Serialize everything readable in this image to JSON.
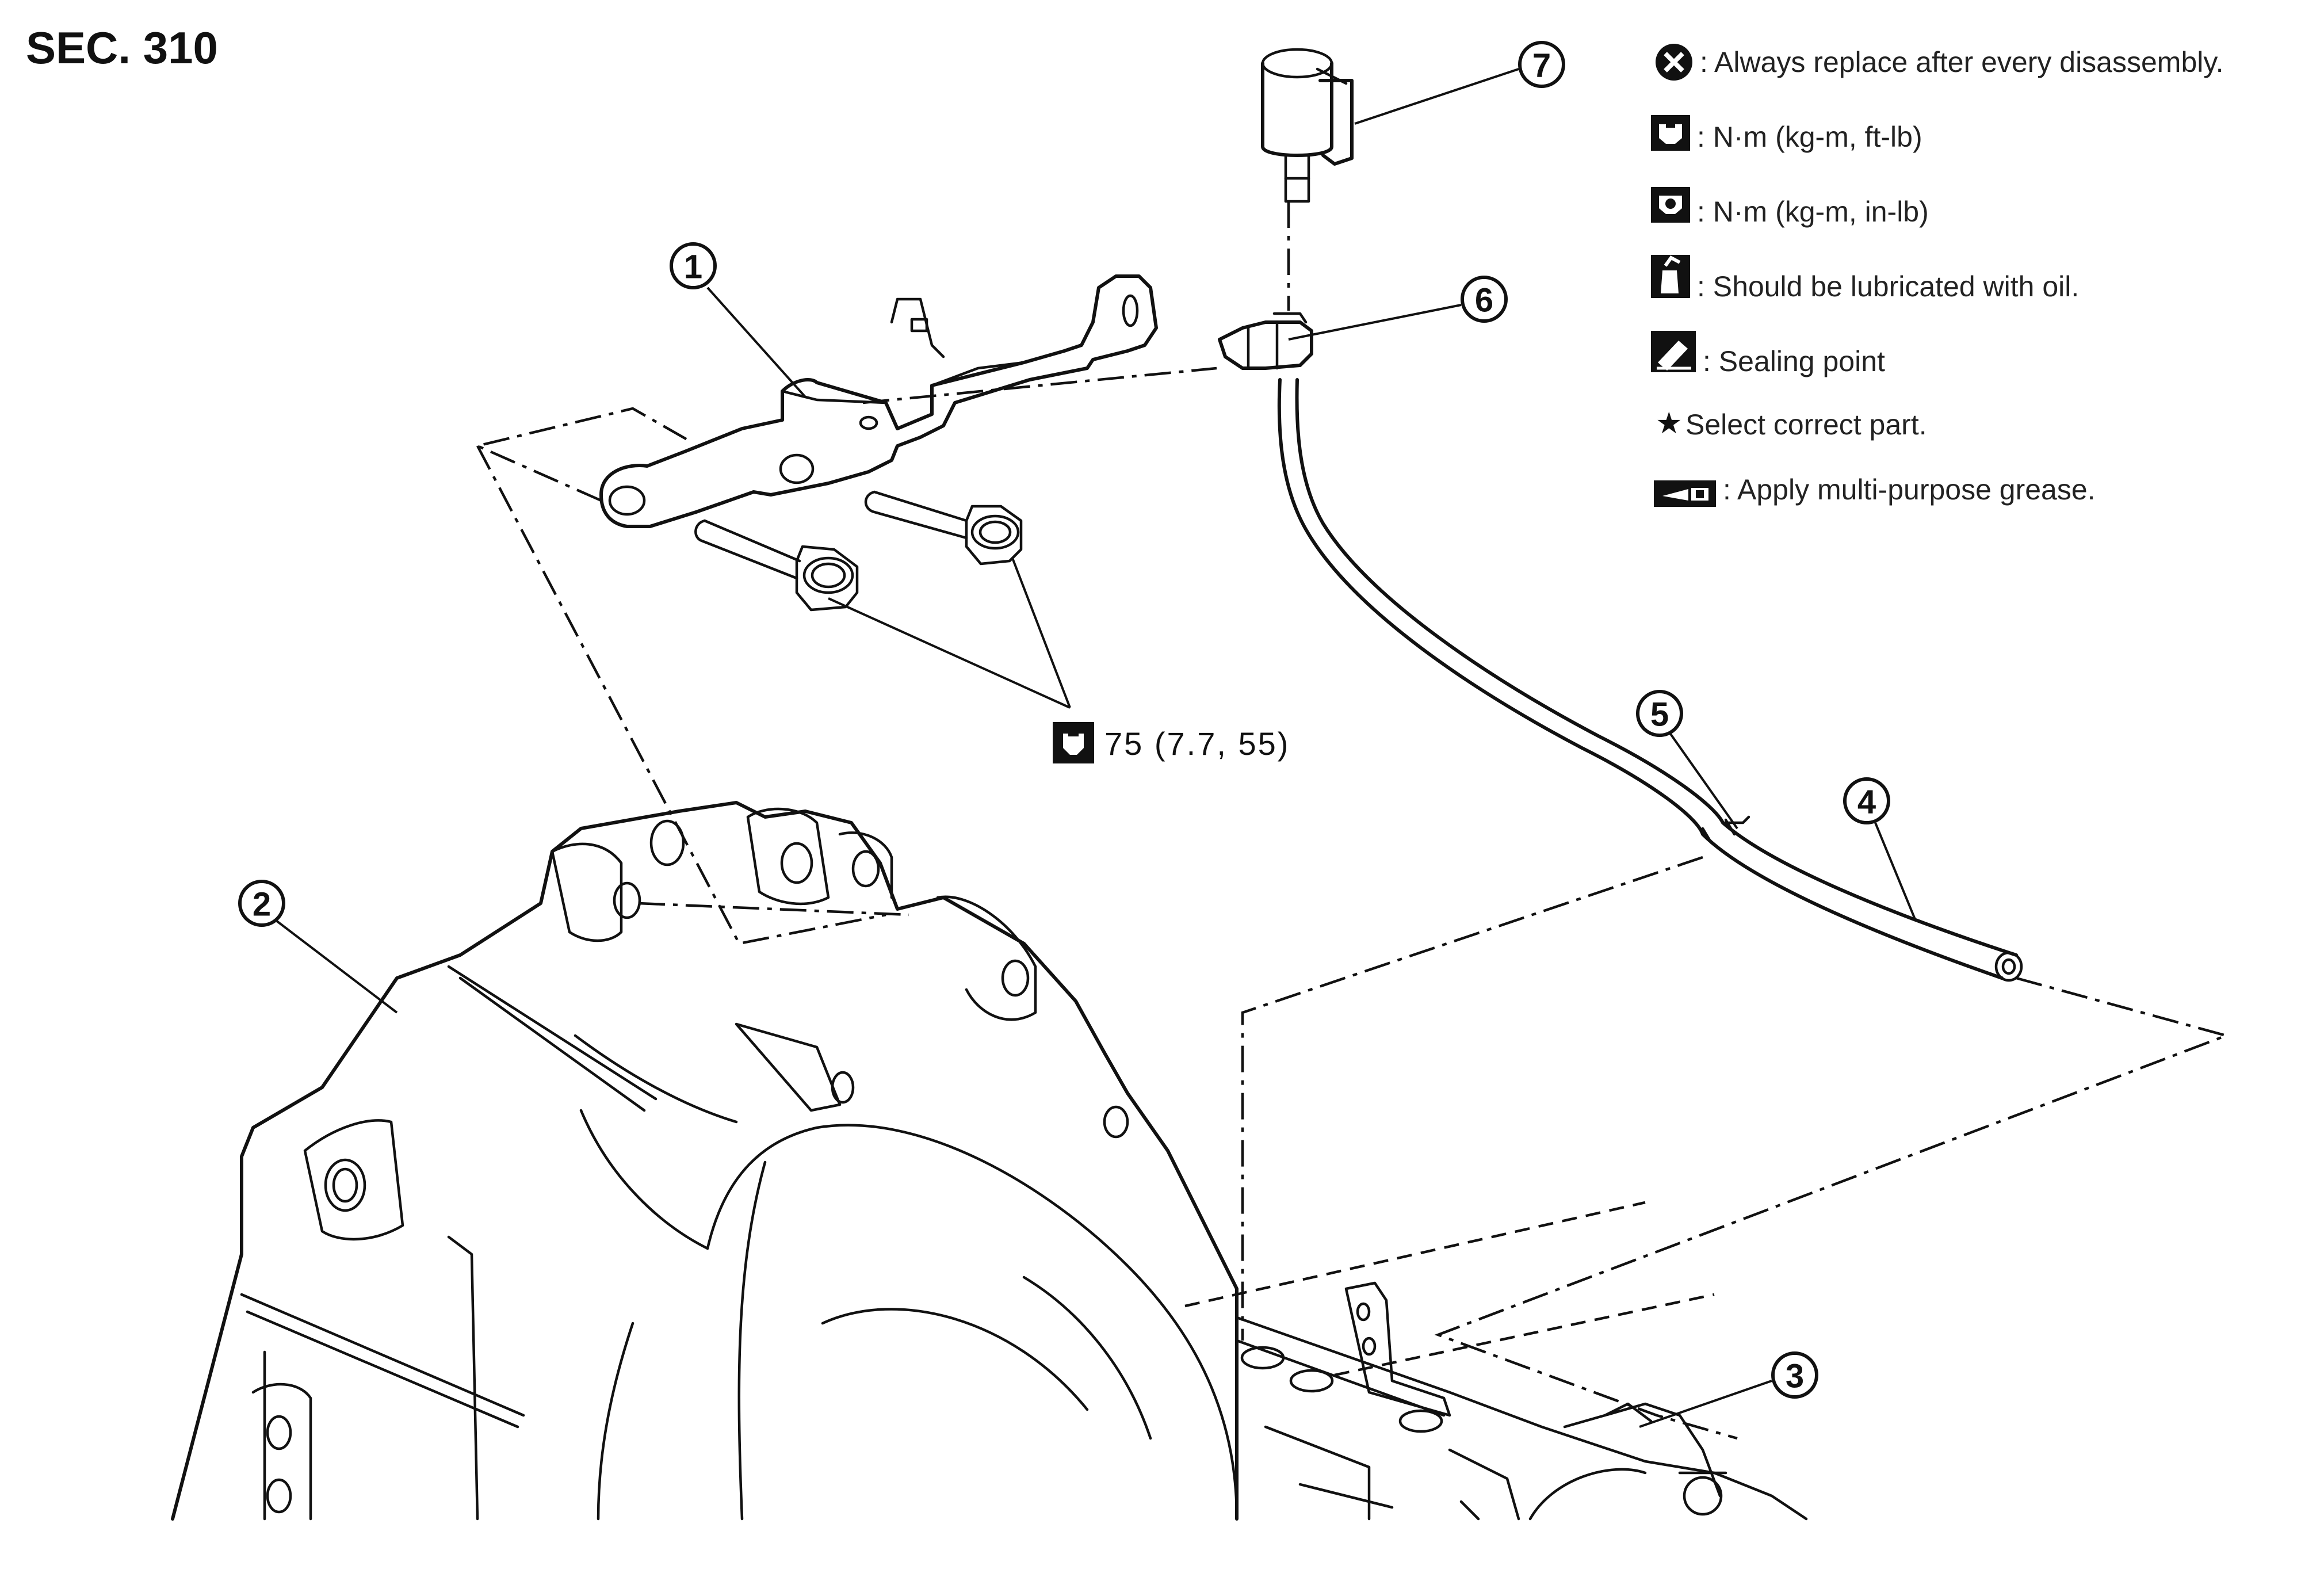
{
  "section_label": "SEC. 310",
  "callouts": [
    "1",
    "2",
    "3",
    "4",
    "5",
    "6",
    "7"
  ],
  "torque_spec": "75 (7.7, 55)",
  "legend": [
    {
      "icon": "always-replace-icon",
      "text": ": Always replace after every disassembly."
    },
    {
      "icon": "torque-ft-lb-icon",
      "text": ": N·m (kg-m, ft-lb)"
    },
    {
      "icon": "torque-in-lb-icon",
      "text": ": N·m (kg-m, in-lb)"
    },
    {
      "icon": "oil-lubricate-icon",
      "text": ": Should be lubricated with oil."
    },
    {
      "icon": "sealing-point-icon",
      "text": ": Sealing point"
    },
    {
      "icon": "star-icon",
      "text": "Select correct part."
    },
    {
      "icon": "grease-icon",
      "text": ": Apply multi-purpose grease."
    }
  ]
}
